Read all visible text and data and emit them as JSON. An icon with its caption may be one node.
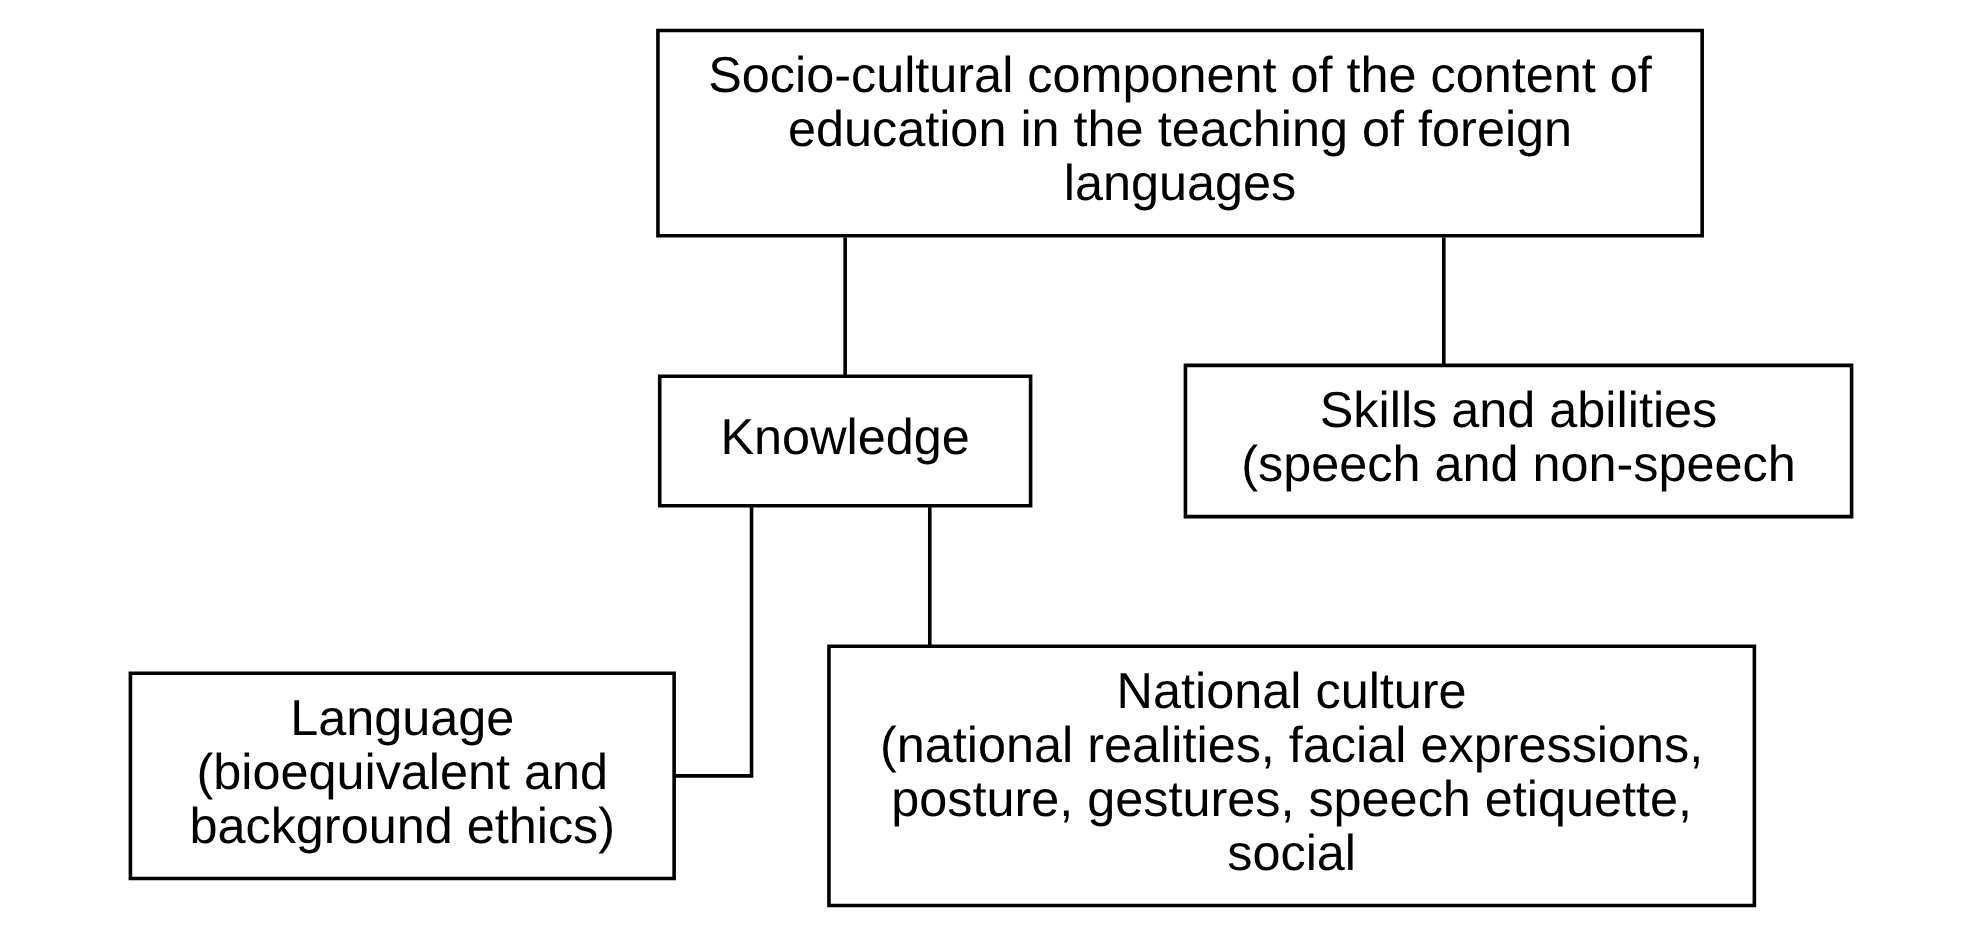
{
  "diagram": {
    "nodes": [
      {
        "text": [
          "Socio-cultural component of the content of education in the teaching of foreign languages"
        ]
      },
      {
        "text": [
          "Knowledge"
        ]
      },
      {
        "text": [
          "Skills and abilities",
          "(speech and non-speech"
        ]
      },
      {
        "text": [
          "Language",
          "(bioequivalent and background ethics)"
        ]
      },
      {
        "text": [
          "National culture",
          "(national realities, facial expressions, posture, gestures, speech etiquette, social"
        ]
      }
    ],
    "edges": [
      {
        "from": 0,
        "to": 1,
        "arrow": "none"
      },
      {
        "from": 0,
        "to": 2,
        "arrow": "none"
      },
      {
        "from": 1,
        "to": 3,
        "arrow": "none"
      },
      {
        "from": 1,
        "to": 4,
        "arrow": "none"
      }
    ]
  }
}
